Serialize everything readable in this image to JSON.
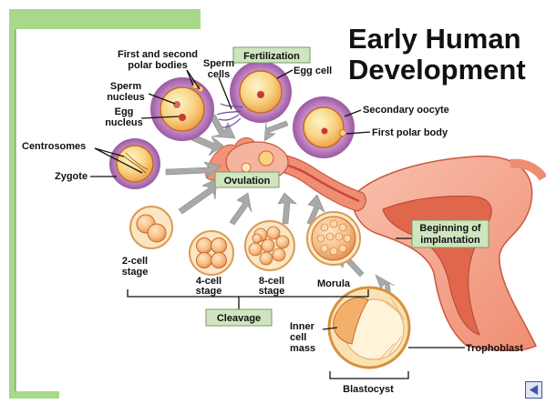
{
  "title": {
    "line1": "Early Human",
    "line2": "Development"
  },
  "labels": {
    "fertilization": "Fertilization",
    "polar_bodies_line1": "First and second",
    "polar_bodies_line2": "polar bodies",
    "sperm_cells_line1": "Sperm",
    "sperm_cells_line2": "cells",
    "egg_cell": "Egg cell",
    "sperm_nucleus_line1": "Sperm",
    "sperm_nucleus_line2": "nucleus",
    "egg_nucleus_line1": "Egg",
    "egg_nucleus_line2": "nucleus",
    "secondary_oocyte": "Secondary oocyte",
    "first_polar_body": "First polar body",
    "centrosomes": "Centrosomes",
    "zygote": "Zygote",
    "ovulation": "Ovulation",
    "implantation_line1": "Beginning of",
    "implantation_line2": "implantation",
    "two_cell_line1": "2-cell",
    "two_cell_line2": "stage",
    "four_cell_line1": "4-cell",
    "four_cell_line2": "stage",
    "eight_cell_line1": "8-cell",
    "eight_cell_line2": "stage",
    "morula": "Morula",
    "cleavage": "Cleavage",
    "inner_cell_mass_line1": "Inner",
    "inner_cell_mass_line2": "cell",
    "inner_cell_mass_line3": "mass",
    "trophoblast": "Trophoblast",
    "blastocyst": "Blastocyst"
  },
  "colors": {
    "slide_accent": "#a6d98a",
    "badge_green": "#cfe5bf",
    "badge_border": "#7a9a63",
    "uterus_pink": "#f4a38c",
    "uterus_dark": "#d9563e",
    "cell_yellow": "#f8d483",
    "cell_orange": "#f2a44c",
    "corona_purple": "#b57ab8"
  },
  "icons": {
    "nav": "left-triangle-icon"
  }
}
